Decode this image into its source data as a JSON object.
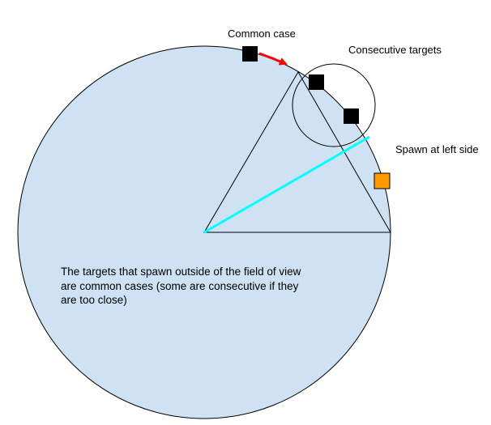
{
  "labels": {
    "common_case": "Common case",
    "consecutive_targets": "Consecutive targets",
    "spawn_left_side": "Spawn at left side",
    "description": "The targets that spawn outside of the field of view are common cases (some are consecutive if they are too close)"
  },
  "colors": {
    "circle_fill": "#cfe2f3",
    "outline": "#000000",
    "arrow": "#ff0000",
    "cyan_line": "#00ffff",
    "target": "#000000",
    "spawn_target": "#ff9900"
  }
}
